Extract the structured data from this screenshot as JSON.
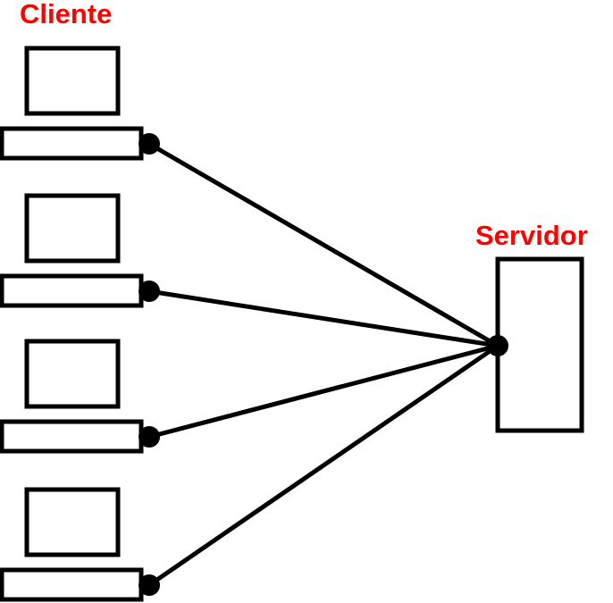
{
  "labels": {
    "client": "Cliente",
    "server": "Servidor"
  },
  "colors": {
    "label": "#ff0000",
    "stroke": "#000000",
    "background": "#ffffff"
  },
  "diagram": {
    "client_count": 4,
    "server_count": 1,
    "connections": [
      {
        "from": "client-1",
        "to": "server"
      },
      {
        "from": "client-2",
        "to": "server"
      },
      {
        "from": "client-3",
        "to": "server"
      },
      {
        "from": "client-4",
        "to": "server"
      }
    ]
  }
}
